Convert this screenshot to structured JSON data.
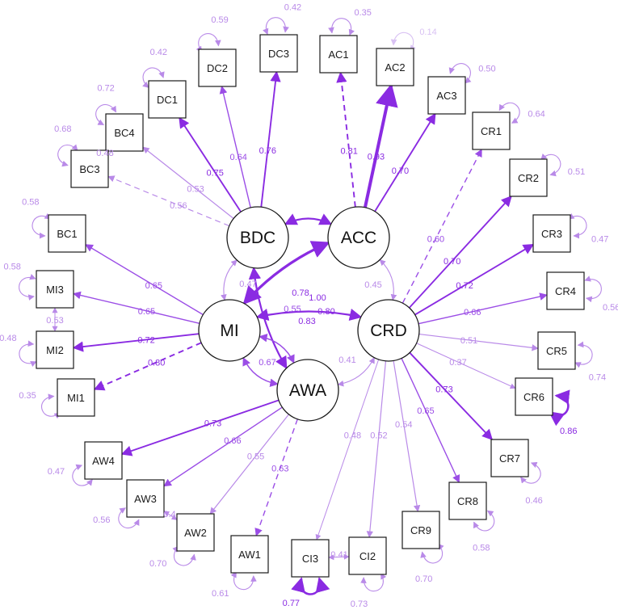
{
  "colors": {
    "strong": "#8a2be2",
    "medium": "#9b4de6",
    "light": "#b98ae8",
    "faint": "#d9c2f3"
  },
  "latents": [
    {
      "id": "BDC",
      "label": "BDC"
    },
    {
      "id": "ACC",
      "label": "ACC"
    },
    {
      "id": "MI",
      "label": "MI"
    },
    {
      "id": "CRD",
      "label": "CRD"
    },
    {
      "id": "AWA",
      "label": "AWA"
    }
  ],
  "indicators": [
    {
      "id": "DC1",
      "label": "DC1",
      "latent": "BDC",
      "loading": "0.75",
      "residual": "0.42"
    },
    {
      "id": "DC2",
      "label": "DC2",
      "latent": "BDC",
      "loading": "0.64",
      "residual": "0.59"
    },
    {
      "id": "DC3",
      "label": "DC3",
      "latent": "BDC",
      "loading": "0.76",
      "residual": "0.42"
    },
    {
      "id": "BC4",
      "label": "BC4",
      "latent": "BDC",
      "loading": "0.53",
      "residual": "0.72"
    },
    {
      "id": "BC3",
      "label": "BC3",
      "latent": "BDC",
      "loading": "0.56",
      "residual": "0.68"
    },
    {
      "id": "AC1",
      "label": "AC1",
      "latent": "ACC",
      "loading": "0.81",
      "residual": "0.35"
    },
    {
      "id": "AC2",
      "label": "AC2",
      "latent": "ACC",
      "loading": "0.93",
      "residual": "0.14"
    },
    {
      "id": "AC3",
      "label": "AC3",
      "latent": "ACC",
      "loading": "0.70",
      "residual": "0.50"
    },
    {
      "id": "BC1",
      "label": "BC1",
      "latent": "MI",
      "loading": "0.65",
      "residual": "0.58"
    },
    {
      "id": "MI3",
      "label": "MI3",
      "latent": "MI",
      "loading": "0.65",
      "residual": "0.58"
    },
    {
      "id": "MI2",
      "label": "MI2",
      "latent": "MI",
      "loading": "0.72",
      "residual": "0.48"
    },
    {
      "id": "MI1",
      "label": "MI1",
      "latent": "MI",
      "loading": "0.80",
      "residual": "0.35"
    },
    {
      "id": "CR1",
      "label": "CR1",
      "latent": "CRD",
      "loading": "0.60",
      "residual": "0.64"
    },
    {
      "id": "CR2",
      "label": "CR2",
      "latent": "CRD",
      "loading": "0.70",
      "residual": "0.51"
    },
    {
      "id": "CR3",
      "label": "CR3",
      "latent": "CRD",
      "loading": "0.72",
      "residual": "0.47"
    },
    {
      "id": "CR4",
      "label": "CR4",
      "latent": "CRD",
      "loading": "0.66",
      "residual": "0.56"
    },
    {
      "id": "CR5",
      "label": "CR5",
      "latent": "CRD",
      "loading": "0.51",
      "residual": "0.74"
    },
    {
      "id": "CR6",
      "label": "CR6",
      "latent": "CRD",
      "loading": "0.37",
      "residual": "0.86"
    },
    {
      "id": "CR7",
      "label": "CR7",
      "latent": "CRD",
      "loading": "0.73",
      "residual": "0.46"
    },
    {
      "id": "CR8",
      "label": "CR8",
      "latent": "CRD",
      "loading": "0.65",
      "residual": "0.58"
    },
    {
      "id": "CR9",
      "label": "CR9",
      "latent": "CRD",
      "loading": "0.54",
      "residual": "0.70"
    },
    {
      "id": "CI2",
      "label": "CI2",
      "latent": "CRD",
      "loading": "0.52",
      "residual": "0.73"
    },
    {
      "id": "CI3",
      "label": "CI3",
      "latent": "CRD",
      "loading": "0.48",
      "residual": "0.77"
    },
    {
      "id": "AW4",
      "label": "AW4",
      "latent": "AWA",
      "loading": "0.73",
      "residual": "0.47"
    },
    {
      "id": "AW3",
      "label": "AW3",
      "latent": "AWA",
      "loading": "0.66",
      "residual": "0.56"
    },
    {
      "id": "AW2",
      "label": "AW2",
      "latent": "AWA",
      "loading": "0.55",
      "residual": "0.70"
    },
    {
      "id": "AW1",
      "label": "AW1",
      "latent": "AWA",
      "loading": "0.63",
      "residual": "0.61"
    }
  ],
  "factor_covariances": [
    {
      "from": "BDC",
      "to": "MI",
      "value": "0.47"
    },
    {
      "from": "BDC",
      "to": "ACC",
      "value": "0.78"
    },
    {
      "from": "ACC",
      "to": "MI",
      "value": "1.00"
    },
    {
      "from": "ACC",
      "to": "CRD",
      "value": "0.45"
    },
    {
      "from": "MI",
      "to": "AWA",
      "value": "0.55"
    },
    {
      "from": "MI",
      "to": "CRD",
      "value": "0.80"
    },
    {
      "from": "BDC",
      "to": "AWA",
      "value": "0.83"
    },
    {
      "from": "MI",
      "to": "AWA",
      "value": "0.67"
    },
    {
      "from": "AWA",
      "to": "CRD",
      "value": "0.41"
    }
  ],
  "error_covariances": [
    {
      "from": "BC4",
      "to": "BC3",
      "value": "0.48"
    },
    {
      "from": "MI3",
      "to": "MI2",
      "value": "0.53"
    },
    {
      "from": "AW3",
      "to": "AW2",
      "value": "0.4"
    },
    {
      "from": "CI3",
      "to": "CI2",
      "value": "0.41"
    }
  ]
}
